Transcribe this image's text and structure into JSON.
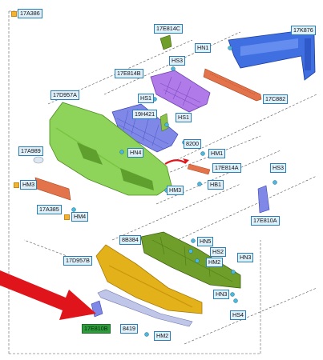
{
  "labels": {
    "l17A386": "17A386",
    "l17E814C": "17E814C",
    "l17K876": "17K876",
    "lHN1": "HN1",
    "lHS3a": "HS3",
    "l17E814B": "17E814B",
    "l17C882": "17C882",
    "l17D957A": "17D957A",
    "lHS1a": "HS1",
    "l19H421": "19H421",
    "lHS1b": "HS1",
    "l8200": "8200",
    "lHN4a": "HN4",
    "lHM1": "HM1",
    "l17A989": "17A989",
    "l17E814A": "17E814A",
    "lHS3b": "HS3",
    "lHM3a": "HM3",
    "lHM3b": "HM3",
    "lHB1": "HB1",
    "l17A385": "17A385",
    "lHM4": "HM4",
    "l17E810A": "17E810A",
    "l8B384": "8B384",
    "lHN5": "HN5",
    "lHS2": "HS2",
    "l17D957B": "17D957B",
    "lHM2a": "HM2",
    "lHN3a": "HN3",
    "lHN3b": "HN3",
    "lHS4": "HS4",
    "l17E810B": "17E810B",
    "l8419": "8419",
    "lHM2b": "HM2"
  },
  "colors": {
    "label_bg": "#dff0fb",
    "label_border": "#2a7fb8",
    "highlight_label": "#2e9b3c",
    "arrow": "#e0141b",
    "bumper_upper": "#8ed35a",
    "bumper_lower": "#e3b21a",
    "reinforcement": "#3f6fe0",
    "absorber": "#6f9f2a",
    "grille_upper": "#b07be8",
    "grille_lower": "#7f88e6",
    "bracket": "#e3734a"
  }
}
